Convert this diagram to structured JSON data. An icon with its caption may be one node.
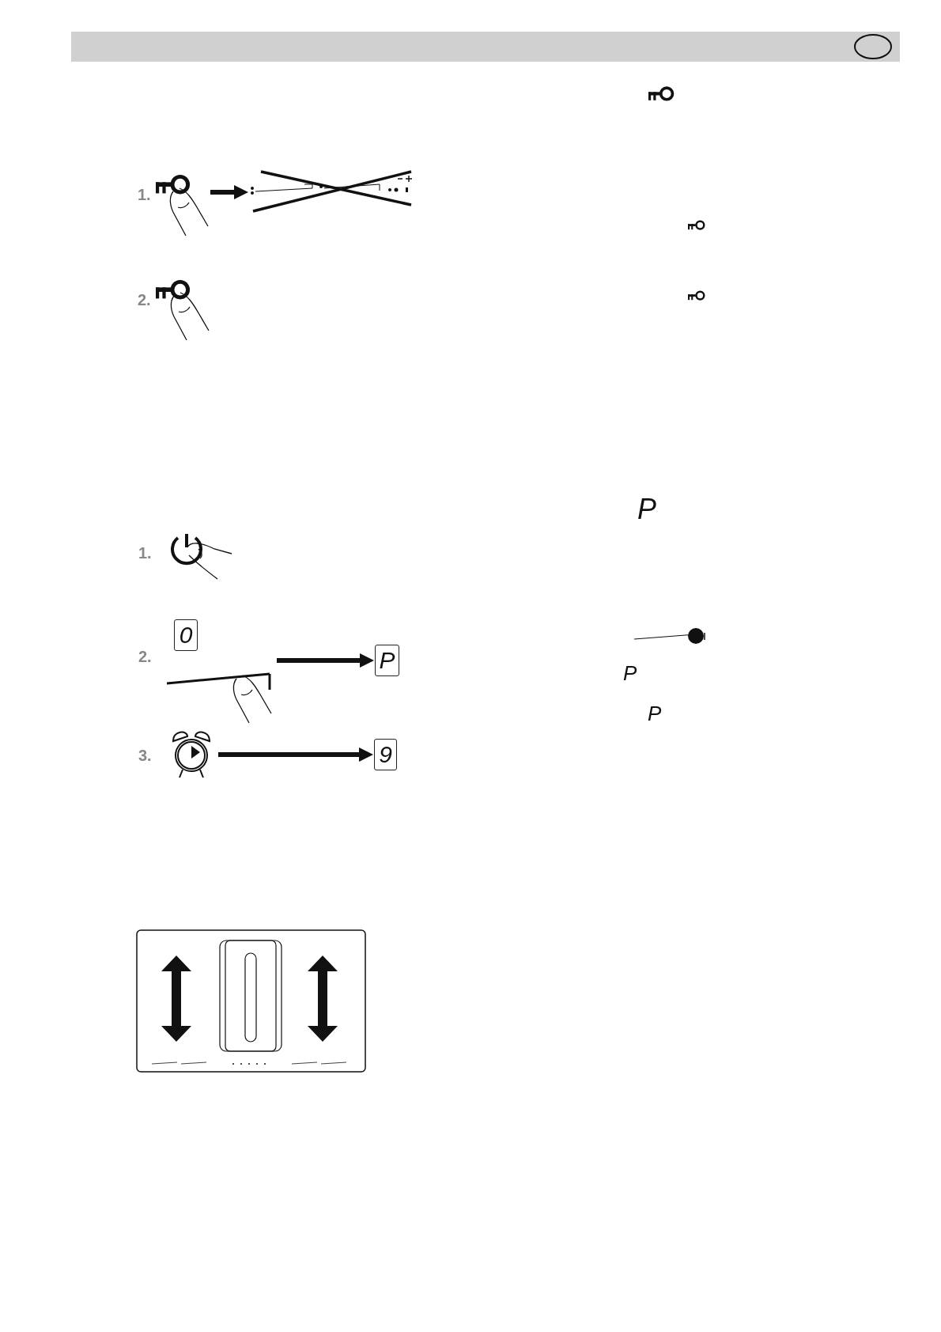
{
  "diagram": {
    "nodes": [
      {
        "text": [],
        "shape": "picture"
      },
      {
        "text": [],
        "shape": "picture"
      },
      {
        "text": [
          "0"
        ]
      },
      {
        "text": [],
        "shape": "picture"
      },
      {
        "text": [
          "P"
        ]
      },
      {
        "text": [],
        "shape": "picture"
      },
      {
        "text": [
          "9"
        ]
      }
    ],
    "edges": [
      {
        "from": 0,
        "to": 1,
        "arrow": "to"
      },
      {
        "from": 3,
        "to": 4,
        "arrow": "to"
      },
      {
        "from": 5,
        "to": 6,
        "arrow": "to"
      }
    ],
    "labels": [
      "1.",
      "2.",
      "P",
      "1.",
      "2.",
      "P",
      "P",
      "3."
    ]
  }
}
